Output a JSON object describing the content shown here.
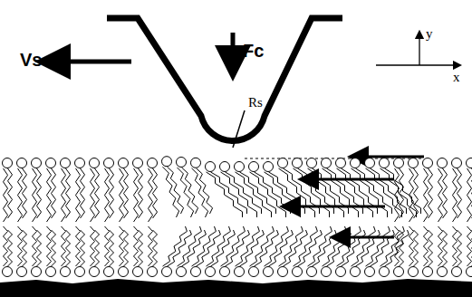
{
  "diagram": {
    "labels": [
      "Vs",
      "Fc",
      "Rs",
      "y",
      "x"
    ]
  }
}
